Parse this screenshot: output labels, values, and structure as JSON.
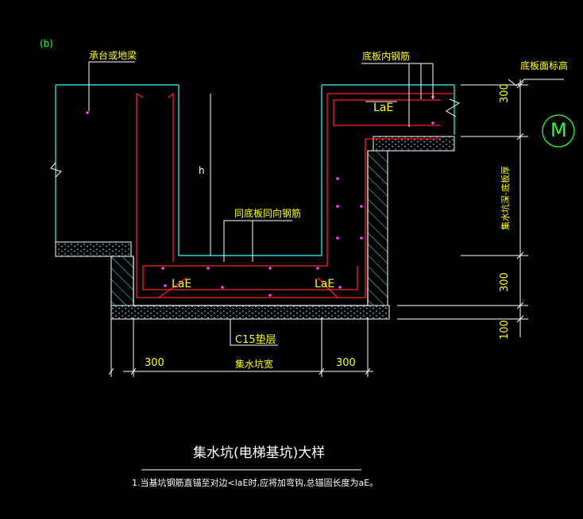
{
  "labels": {
    "variant": "(b)",
    "cap_beam": "承台或地梁",
    "inner_rebar": "底板内钢筋",
    "floor_elevation": "底板面标高",
    "depth_label": "集水坑深-底板厚",
    "h": "h",
    "same_direction_rebar": "同底板同向钢筋",
    "lae_top": "LaE",
    "lae_left": "LaE",
    "lae_right": "LaE",
    "cushion": "C15垫层",
    "pit_width": "集水坑宽",
    "dim_300_left": "300",
    "dim_300_right": "300",
    "dim_300_top_right": "300",
    "dim_300_mid_right": "300",
    "dim_100_bottom_right": "100",
    "marker": "M"
  },
  "title": "集水坑(电梯基坑)大样",
  "note": "1.当基坑钢筋直锚至对边<laE时,应将加弯钩,总锚固长度为aE。",
  "colors": {
    "background": "#000000",
    "green": "#22ff33",
    "cyan": "#33ffff",
    "red": "#ff2020",
    "yellow": "#ffff00",
    "white": "#ffffff",
    "magenta": "#ff44ff"
  }
}
